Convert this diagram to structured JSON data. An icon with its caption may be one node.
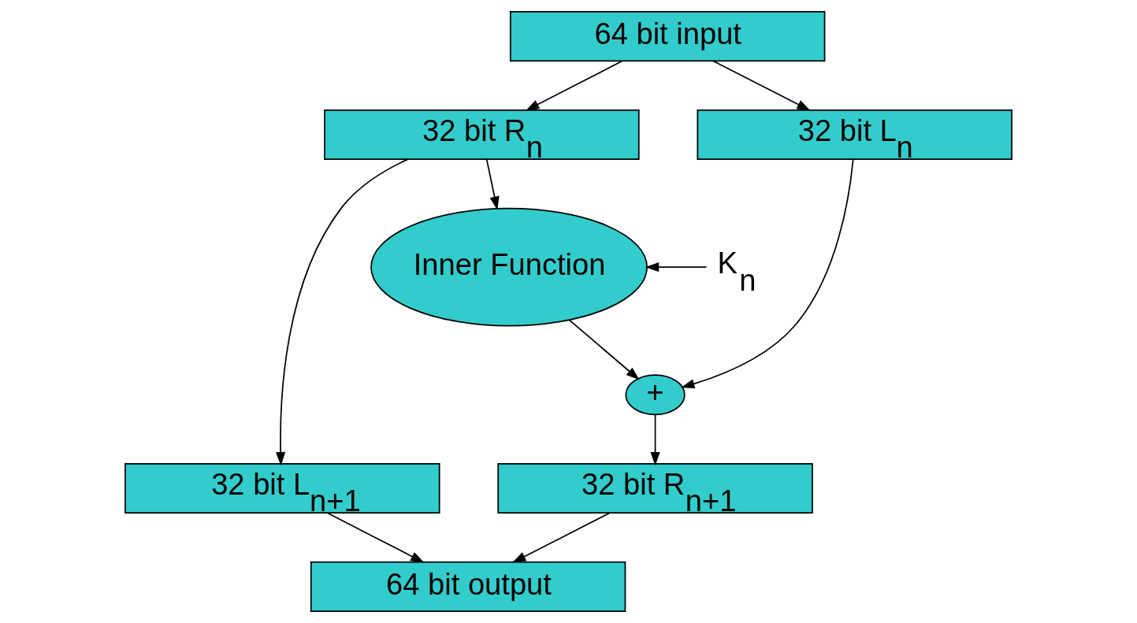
{
  "diagram": {
    "nodes": [
      {
        "text": [
          "64 bit input"
        ]
      },
      {
        "text": [
          "32 bit R$_{n}$"
        ]
      },
      {
        "text": [
          "32 bit L$_{n}$"
        ]
      },
      {
        "text": [
          "Inner Function"
        ]
      },
      {
        "text": [
          "K$_{n}$"
        ]
      },
      {
        "text": [
          "+"
        ]
      },
      {
        "text": [
          "32 bit L$_{n+1}$"
        ]
      },
      {
        "text": [
          "32 bit R$_{n+1}$"
        ]
      },
      {
        "text": [
          "64 bit output"
        ]
      }
    ],
    "edges": [
      {
        "from": 0,
        "to": 1,
        "arrow": "to"
      },
      {
        "from": 0,
        "to": 2,
        "arrow": "to"
      },
      {
        "from": 1,
        "to": 3,
        "arrow": "to"
      },
      {
        "from": 1,
        "to": 6,
        "arrow": "to"
      },
      {
        "from": 4,
        "to": 3,
        "arrow": "to"
      },
      {
        "from": 2,
        "to": 5,
        "arrow": "to"
      },
      {
        "from": 3,
        "to": 5,
        "arrow": "to"
      },
      {
        "from": 5,
        "to": 7,
        "arrow": "to"
      },
      {
        "from": 6,
        "to": 8,
        "arrow": "to"
      },
      {
        "from": 7,
        "to": 8,
        "arrow": "to"
      }
    ]
  }
}
